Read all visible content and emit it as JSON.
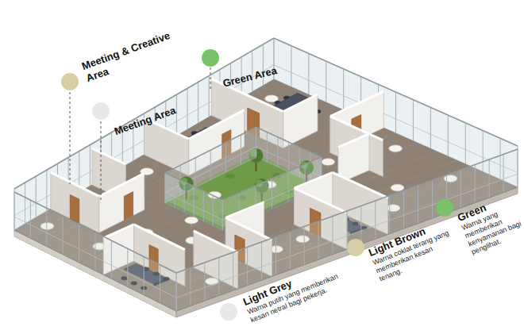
{
  "diagram": {
    "labels": [
      "Meeting & Creative Area",
      "Meeting Area",
      "Green Area",
      "Warna putih yang memberikan kesan netral bagi pekerja.",
      "Warna coklat terang yang memberikan kesan tenang.",
      "Warna yang memberikan kenyamanan bagi penglihat."
    ],
    "legend": [
      {
        "text": "Light Grey",
        "color": "#e8e8e8"
      },
      {
        "text": "Light Brown",
        "color": "#d8cea6"
      },
      {
        "text": "Green",
        "color": "#79c26a"
      }
    ]
  }
}
